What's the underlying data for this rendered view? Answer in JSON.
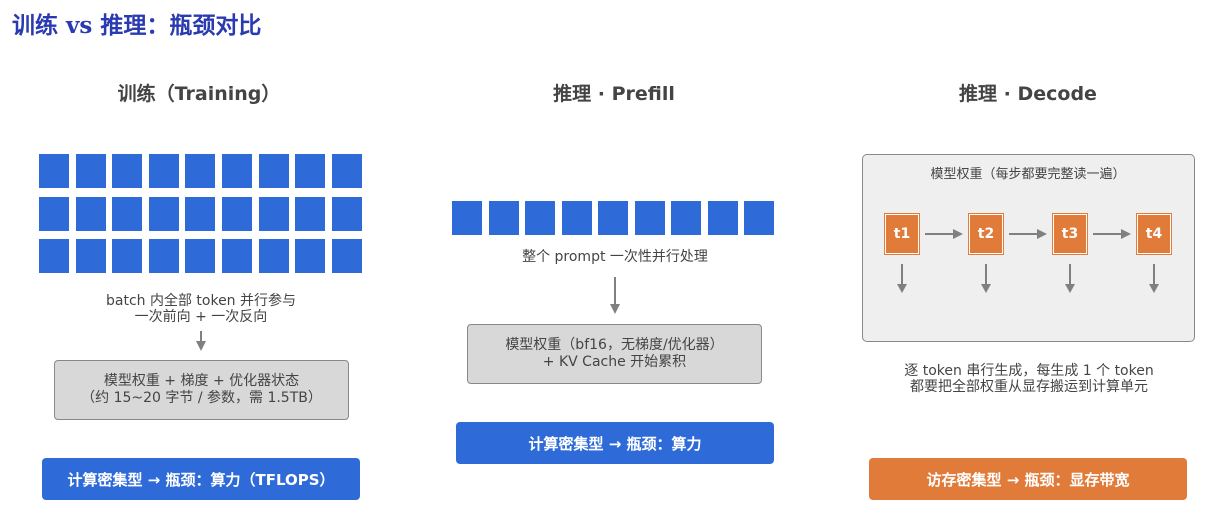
{
  "title": "训练 vs 推理：瓶颈对比",
  "training": {
    "heading": "训练（Training）",
    "grid_rows": 3,
    "grid_cols": 9,
    "desc_line1": "batch 内全部 token 并行参与",
    "desc_line2": "一次前向 + 一次反向",
    "box_line1": "模型权重 + 梯度 + 优化器状态",
    "box_line2": "（约 15~20 字节 / 参数，需 1.5TB）",
    "banner": "计算密集型 → 瓶颈：算力（TFLOPS）"
  },
  "prefill": {
    "heading": "推理 · Prefill",
    "row_count": 9,
    "desc": "整个 prompt 一次性并行处理",
    "box_line1": "模型权重（bf16，无梯度/优化器）",
    "box_line2": "+ KV Cache 开始累积",
    "banner": "计算密集型 → 瓶颈：算力"
  },
  "decode": {
    "heading": "推理 · Decode",
    "panel_label": "模型权重（每步都要完整读一遍）",
    "tokens": [
      "t1",
      "t2",
      "t3",
      "t4"
    ],
    "desc_line1": "逐 token 串行生成，每生成 1 个 token",
    "desc_line2": "都要把全部权重从显存搬运到计算单元",
    "banner": "访存密集型 → 瓶颈：显存带宽"
  },
  "colors": {
    "title": "#2a3ab0",
    "blue": "#2f6bd8",
    "orange": "#e07b39",
    "gray_box": "#d8d8d8",
    "panel": "#efefef",
    "arrow": "#808080"
  }
}
